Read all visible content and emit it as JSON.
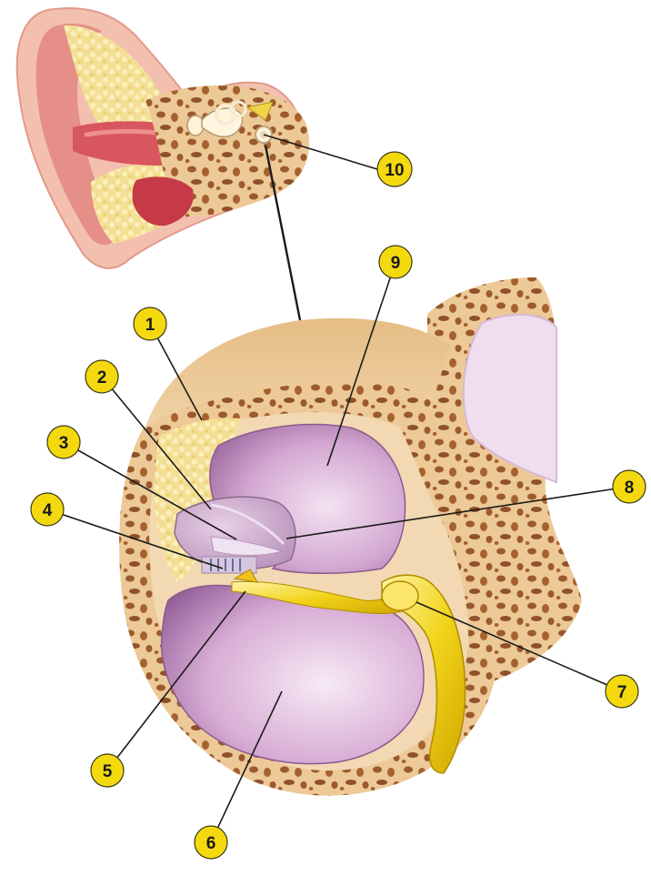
{
  "labels": [
    {
      "id": "1",
      "text": "1"
    },
    {
      "id": "2",
      "text": "2"
    },
    {
      "id": "3",
      "text": "3"
    },
    {
      "id": "4",
      "text": "4"
    },
    {
      "id": "5",
      "text": "5"
    },
    {
      "id": "6",
      "text": "6"
    },
    {
      "id": "7",
      "text": "7"
    },
    {
      "id": "8",
      "text": "8"
    },
    {
      "id": "9",
      "text": "9"
    },
    {
      "id": "10",
      "text": "10"
    }
  ],
  "colors": {
    "marker_fill": "#f4d90e",
    "marker_stroke": "#3a3a1a",
    "bone": "#e8c596",
    "bone_pore": "#9b5a2e",
    "chamber": "#d9b3d6",
    "nerve": "#f2d41a",
    "ear_skin": "#f2b9a8",
    "ear_canal": "#d9535f"
  }
}
